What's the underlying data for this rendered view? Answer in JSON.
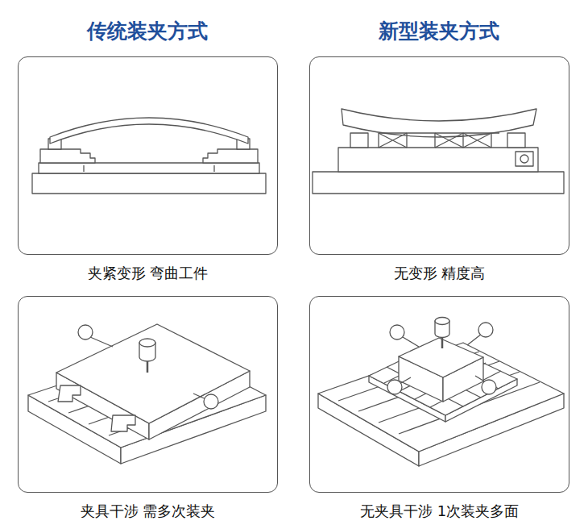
{
  "diagram": {
    "nodes": [
      {
        "text": [
          "夹紧变形 弯曲工件"
        ]
      },
      {
        "text": [
          "无变形 精度高"
        ]
      },
      {
        "text": [
          "夹具干涉 需多次装夹"
        ]
      },
      {
        "text": [
          "无夹具干涉 1次装夹多面"
        ]
      }
    ],
    "labels": [
      "传统装夹方式",
      "新型装夹方式"
    ]
  }
}
